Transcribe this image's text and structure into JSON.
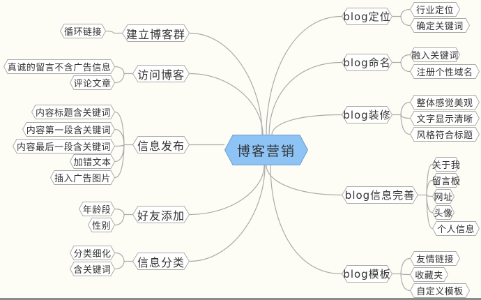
{
  "center": {
    "label": "博客营销",
    "color": "#8ec3f5",
    "border": "#6a9cd0"
  },
  "colors": {
    "background": "#fdfdf6",
    "node_border": "#aaaaaa",
    "node_fill": "#ffffff",
    "line": "#aaaaaa"
  },
  "left_branches": [
    {
      "label": "建立博客群",
      "children": [
        "循环链接"
      ]
    },
    {
      "label": "访问博客",
      "children": [
        "真诚的留言不含广告信息",
        "评论文章"
      ]
    },
    {
      "label": "信息发布",
      "children": [
        "内容标题含关键词",
        "内容第一段含关键词",
        "内容最后一段含关键词",
        "加错文本",
        "插入广告图片"
      ]
    },
    {
      "label": "好友添加",
      "children": [
        "年龄段",
        "性别"
      ]
    },
    {
      "label": "信息分类",
      "children": [
        "分类细化",
        "含关键词"
      ]
    }
  ],
  "right_branches": [
    {
      "label": "blog定位",
      "children": [
        "行业定位",
        "确定关键词"
      ]
    },
    {
      "label": "blog命名",
      "children": [
        "融入关键词",
        "注册个性域名"
      ]
    },
    {
      "label": "blog装修",
      "children": [
        "整体感觉美观",
        "文字显示清晰",
        "风格符合标题"
      ]
    },
    {
      "label": "blog信息完善",
      "children": [
        "关于我",
        "留言板",
        "网址",
        "头像",
        "个人信息"
      ]
    },
    {
      "label": "blog模板",
      "children": [
        "友情链接",
        "收藏夹",
        "自定义模板"
      ]
    }
  ]
}
